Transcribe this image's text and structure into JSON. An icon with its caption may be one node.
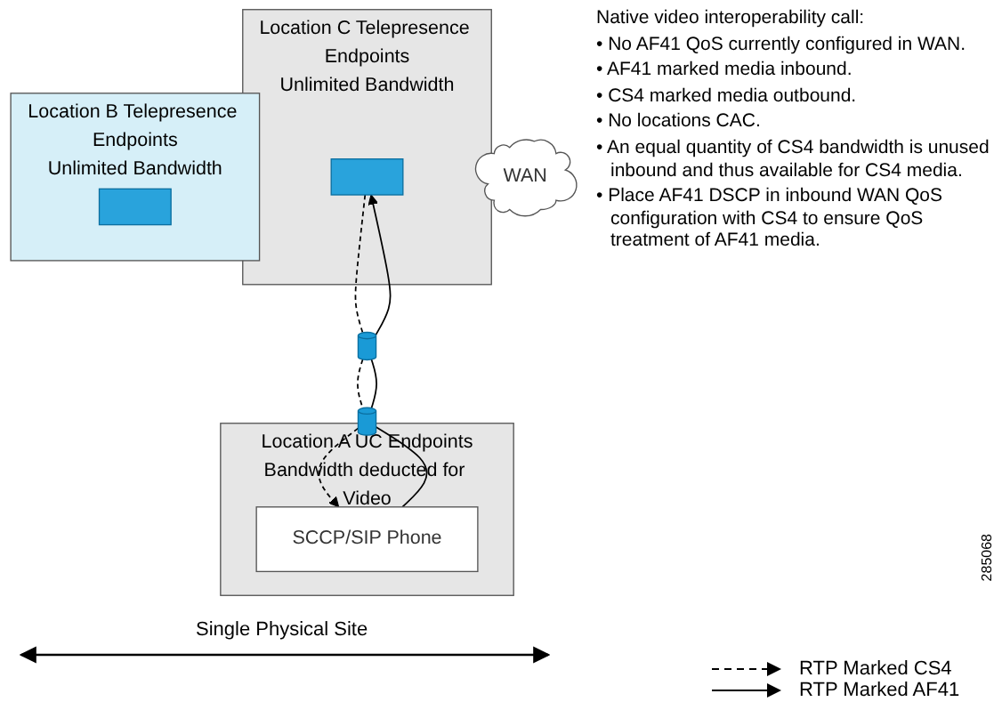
{
  "diagram": {
    "nodes": [
      {
        "text": [
          "Location C Telepresence Endpoints",
          "Unlimited Bandwidth"
        ]
      },
      {
        "text": [],
        "shape": "box",
        "in": 0
      },
      {
        "text": [
          "WAN"
        ]
      },
      {
        "text": [],
        "shape": "cylinder"
      },
      {
        "text": [],
        "shape": "cylinder"
      },
      {
        "text": [
          "Location A UC Endpoints",
          "Bandwidth deducted for Video"
        ]
      },
      {
        "text": [
          "SCCP/SIP Phone"
        ],
        "in": 5
      },
      {
        "text": [
          "Location B Telepresence Endpoints",
          "Unlimited Bandwidth"
        ]
      },
      {
        "text": [],
        "shape": "box",
        "in": 7
      }
    ],
    "edges": [
      {
        "from": 6,
        "to": 4,
        "arrow": "none"
      },
      {
        "from": 4,
        "to": 3,
        "arrow": "none"
      },
      {
        "from": 3,
        "to": 1,
        "arrow": "to"
      },
      {
        "from": 1,
        "to": 3,
        "arrow": "none",
        "style": "dashed"
      },
      {
        "from": 3,
        "to": 4,
        "arrow": "none",
        "style": "dashed"
      },
      {
        "from": 4,
        "to": 6,
        "arrow": "to",
        "style": "dashed"
      }
    ],
    "labels": [
      "Native video interoperability call:",
      "• No AF41 QoS currently configured in WAN.",
      "• AF41 marked media inbound.",
      "• CS4 marked media outbound.",
      "• No locations CAC.",
      "• An equal quantity of CS4 bandwidth is unused inbound and thus available for CS4 media.",
      "• Place AF41 DSCP in inbound WAN QoS configuration with CS4 to ensure QoS treatment of AF41 media.",
      "Single Physical Site",
      "285068"
    ],
    "legend": [
      {
        "text": "RTP Marked CS4"
      },
      {
        "text": "RTP Marked AF41"
      }
    ]
  }
}
